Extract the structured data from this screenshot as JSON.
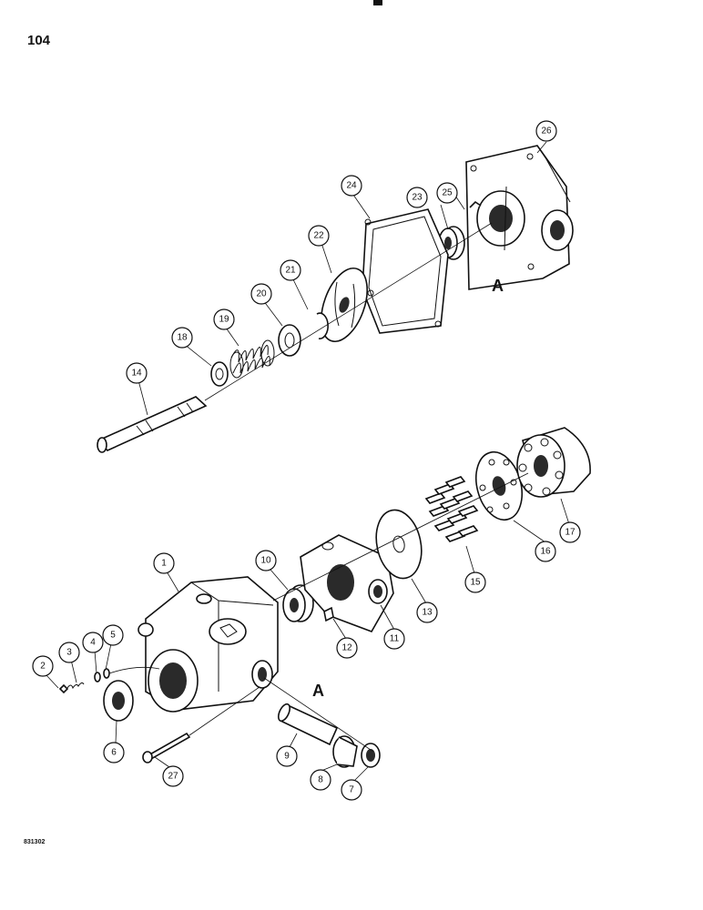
{
  "page": {
    "number": "104",
    "figure_code": "831302"
  },
  "reference_letters": [
    "A",
    "A"
  ],
  "callouts": [
    {
      "id": "1",
      "label": "1"
    },
    {
      "id": "2",
      "label": "2"
    },
    {
      "id": "3",
      "label": "3"
    },
    {
      "id": "4",
      "label": "4"
    },
    {
      "id": "5",
      "label": "5"
    },
    {
      "id": "6",
      "label": "6"
    },
    {
      "id": "7",
      "label": "7"
    },
    {
      "id": "8",
      "label": "8"
    },
    {
      "id": "9",
      "label": "9"
    },
    {
      "id": "10",
      "label": "10"
    },
    {
      "id": "11",
      "label": "11"
    },
    {
      "id": "12",
      "label": "12"
    },
    {
      "id": "13",
      "label": "13"
    },
    {
      "id": "14",
      "label": "14"
    },
    {
      "id": "15",
      "label": "15"
    },
    {
      "id": "16",
      "label": "16"
    },
    {
      "id": "17",
      "label": "17"
    },
    {
      "id": "18",
      "label": "18"
    },
    {
      "id": "19",
      "label": "19"
    },
    {
      "id": "20",
      "label": "20"
    },
    {
      "id": "21",
      "label": "21"
    },
    {
      "id": "22",
      "label": "22"
    },
    {
      "id": "23",
      "label": "23"
    },
    {
      "id": "24",
      "label": "24"
    },
    {
      "id": "25",
      "label": "25"
    },
    {
      "id": "26",
      "label": "26"
    },
    {
      "id": "27",
      "label": "27"
    }
  ]
}
